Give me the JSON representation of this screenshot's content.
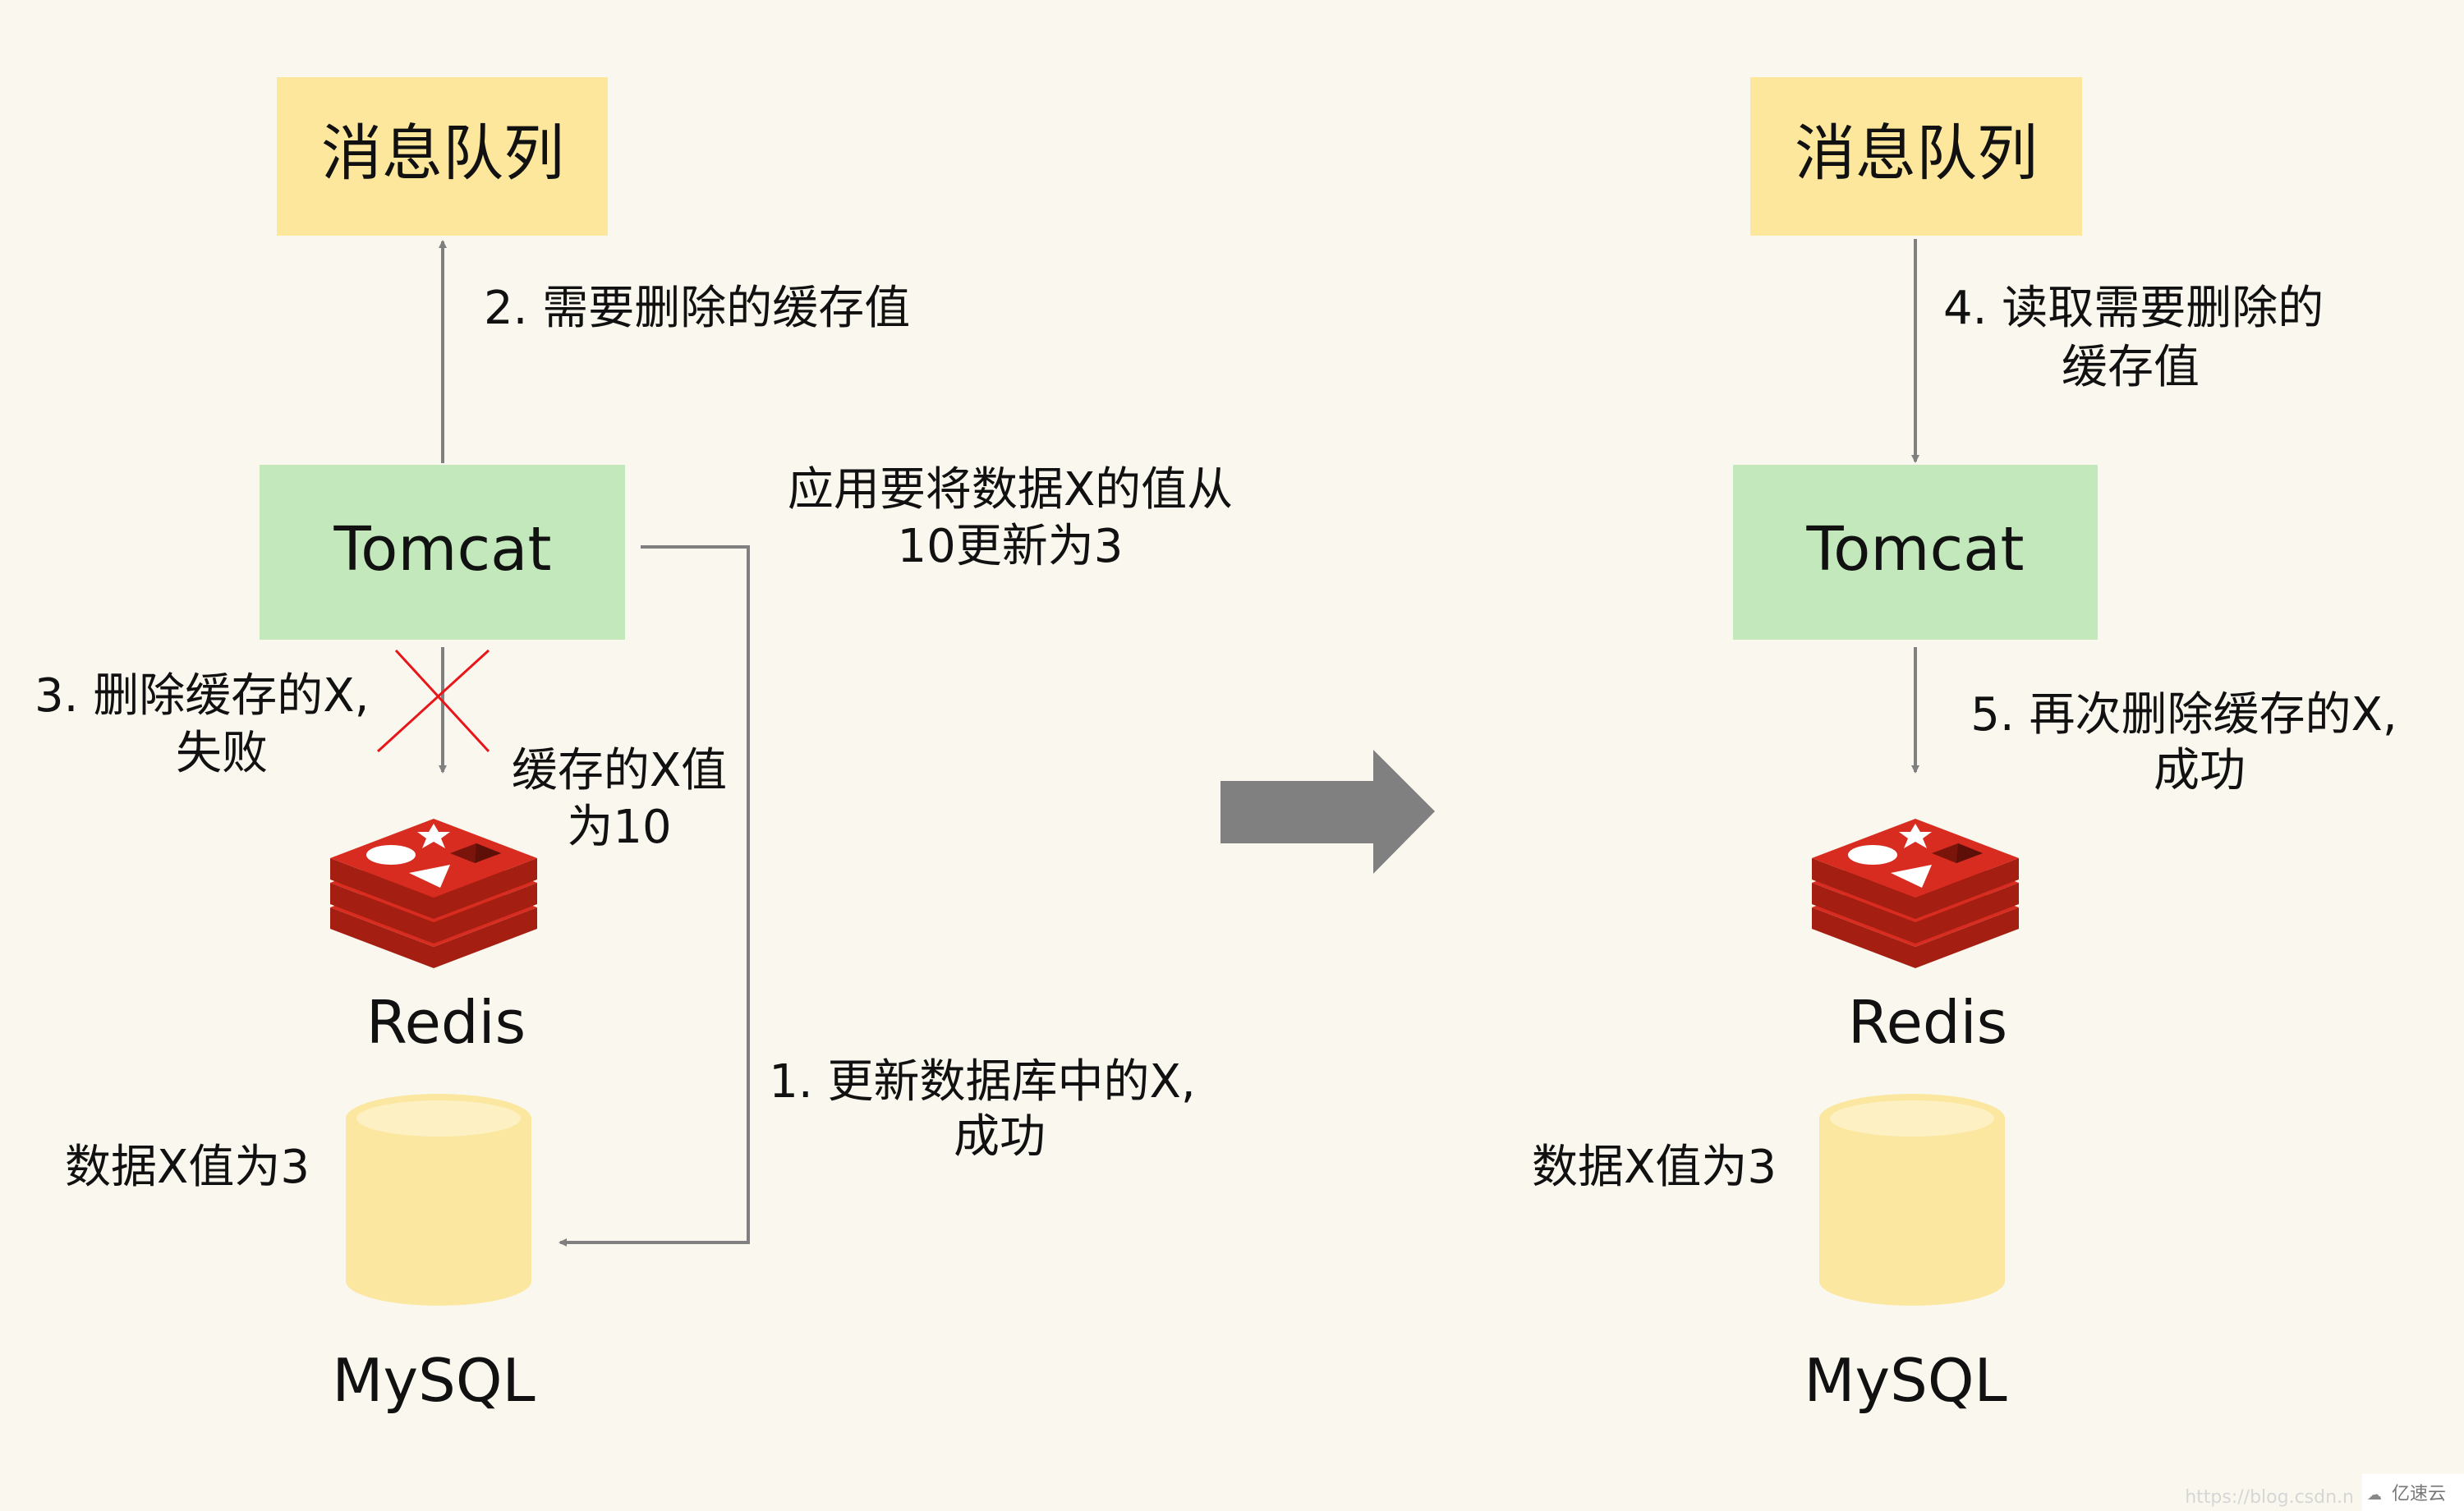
{
  "colors": {
    "background": "#faf8ee",
    "queue": "#fde79c",
    "tomcat": "#c2e8bb",
    "redis": "#d82c20",
    "redis_dark": "#a41e11",
    "mysql": "#fbe7a0",
    "arrow": "#808080",
    "fail_cross": "#e8151b"
  },
  "left": {
    "queue": "消息队列",
    "tomcat": "Tomcat",
    "step2": "2. 需要删除的缓存值",
    "step3_line1": "3. 删除缓存的X,",
    "step3_line2": "失败",
    "cache_value_line1": "缓存的X值",
    "cache_value_line2": "为10",
    "redis": "Redis",
    "db_value": "数据X值为3",
    "mysql": "MySQL",
    "update_intent_line1": "应用要将数据X的值从",
    "update_intent_line2": "10更新为3",
    "step1_line1": "1. 更新数据库中的X,",
    "step1_line2": "成功"
  },
  "right": {
    "queue": "消息队列",
    "tomcat": "Tomcat",
    "step4_line1": "4. 读取需要删除的",
    "step4_line2": "缓存值",
    "step5_line1": "5. 再次删除缓存的X,",
    "step5_line2": "成功",
    "redis": "Redis",
    "db_value": "数据X值为3",
    "mysql": "MySQL"
  },
  "watermark": {
    "url": "https://blog.csdn.n",
    "brand": "亿速云"
  }
}
